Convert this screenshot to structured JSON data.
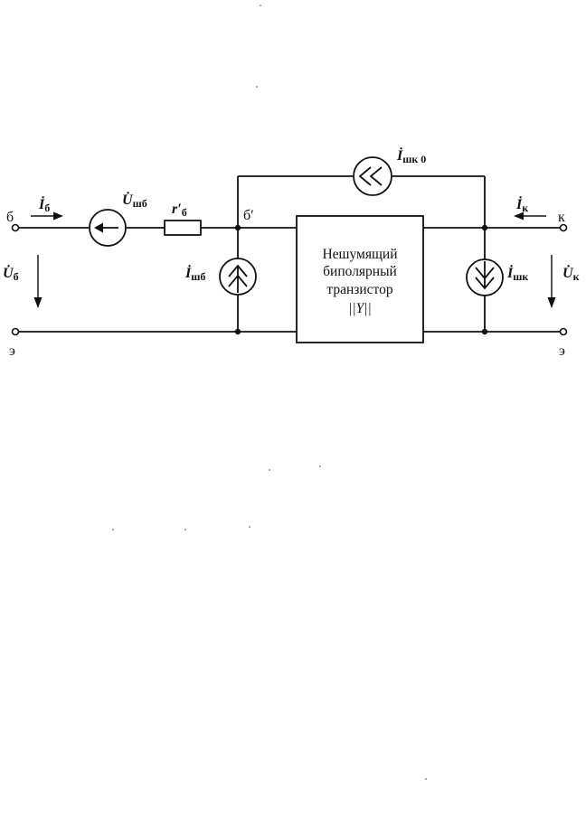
{
  "diagram": {
    "terminals": {
      "base": "б",
      "emitter_left": "э",
      "collector": "к",
      "emitter_right": "э",
      "internal_base": "б′"
    },
    "labels": {
      "i_base_letter": "İ",
      "i_base_sub": "б",
      "u_noise_base_letter": "U̇",
      "u_noise_base_sub": "шб",
      "r_base_letter": "r′",
      "r_base_sub": "б",
      "u_base_letter": "U̇",
      "u_base_sub": "б",
      "i_noise_base_letter": "İ",
      "i_noise_base_sub": "шб",
      "i_noise_ck0_letter": "İ",
      "i_noise_ck0_sub": "шк 0",
      "i_collector_letter": "İ",
      "i_collector_sub": "к",
      "i_noise_collector_letter": "İ",
      "i_noise_collector_sub": "шк",
      "u_collector_letter": "U̇",
      "u_collector_sub": "к"
    },
    "transistor_box": {
      "line1": "Нешумящий",
      "line2": "биполярный",
      "line3": "транзистор",
      "line4": "||Y||"
    }
  }
}
